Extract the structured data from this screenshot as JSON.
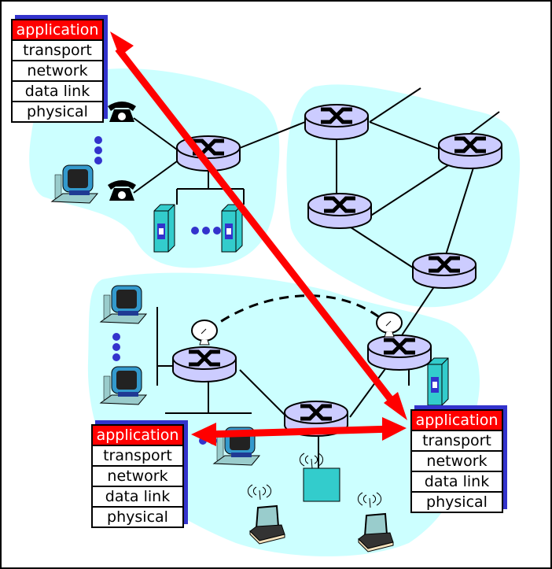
{
  "diagram": {
    "title": "Application-layer communication between end systems across the Internet",
    "colors": {
      "network_region": "#ccffff",
      "router_fill": "#ccccff",
      "highlight_layer": "#ff0000",
      "arrow": "#ff0000",
      "stack_shadow": "#3333cc",
      "server": "#33cccc"
    },
    "protocol_stacks": [
      {
        "id": "stack-top-left",
        "layers": [
          "application",
          "transport",
          "network",
          "data link",
          "physical"
        ],
        "highlighted": "application"
      },
      {
        "id": "stack-bottom-left",
        "layers": [
          "application",
          "transport",
          "network",
          "data link",
          "physical"
        ],
        "highlighted": "application"
      },
      {
        "id": "stack-bottom-right",
        "layers": [
          "application",
          "transport",
          "network",
          "data link",
          "physical"
        ],
        "highlighted": "application"
      }
    ],
    "arrows": [
      {
        "from": "stack-top-left.application",
        "to": "stack-bottom-right.application",
        "bidirectional": true
      },
      {
        "from": "stack-bottom-left.application",
        "to": "stack-bottom-right.application",
        "bidirectional": true
      }
    ],
    "icons": {
      "router": "router-icon",
      "phone": "telephone-icon",
      "pc": "desktop-computer-icon",
      "server": "server-icon",
      "laptop": "laptop-icon",
      "satellite": "satellite-dish-icon",
      "access_point": "wireless-access-point-icon",
      "ellipsis": "ellipsis-dots-icon"
    }
  }
}
